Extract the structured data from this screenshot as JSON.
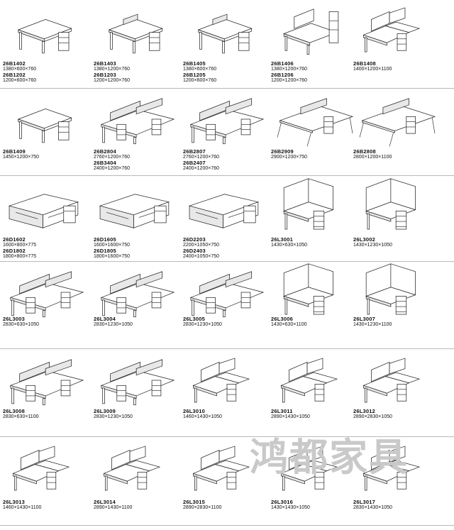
{
  "watermark": "鸿都家具",
  "rows": [
    [
      {
        "lines": [
          {
            "code": "26B1402"
          },
          {
            "dim": "1380×600×760"
          },
          {
            "code": "26B1202"
          },
          {
            "dim": "1200×600×760"
          }
        ],
        "kind": "desk"
      },
      {
        "lines": [
          {
            "code": "26B1403"
          },
          {
            "dim": "1380×1200×760"
          },
          {
            "code": "26B1203"
          },
          {
            "dim": "1200×1200×760"
          }
        ],
        "kind": "desk2"
      },
      {
        "lines": [
          {
            "code": "26B1405"
          },
          {
            "dim": "1380×600×760"
          },
          {
            "code": "26B1205"
          },
          {
            "dim": "1200×600×760"
          }
        ],
        "kind": "desk2"
      },
      {
        "lines": [
          {
            "code": "26B1406"
          },
          {
            "dim": "1380×1200×760"
          },
          {
            "code": "26B1206"
          },
          {
            "dim": "1200×1200×760"
          }
        ],
        "kind": "hutch"
      },
      {
        "lines": [
          {
            "code": "26B1408"
          },
          {
            "dim": "1400×1200×1100"
          }
        ],
        "kind": "corner"
      }
    ],
    [
      {
        "lines": [
          {
            "code": "26B1409"
          },
          {
            "dim": "1450×1200×750"
          }
        ],
        "kind": "desk"
      },
      {
        "lines": [
          {
            "code": "26B2804"
          },
          {
            "dim": "2760×1200×760"
          },
          {
            "code": "26B3404"
          },
          {
            "dim": "2400×1200×760"
          }
        ],
        "kind": "long"
      },
      {
        "lines": [
          {
            "code": "26B2807"
          },
          {
            "dim": "2760×1200×760"
          },
          {
            "code": "26B2407"
          },
          {
            "dim": "2400×1200×760"
          }
        ],
        "kind": "long"
      },
      {
        "lines": [
          {
            "code": "26B2909"
          },
          {
            "dim": "2900×1200×750"
          }
        ],
        "kind": "bench"
      },
      {
        "lines": [
          {
            "code": "26B2808"
          },
          {
            "dim": "2800×1200×1100"
          }
        ],
        "kind": "bench"
      }
    ],
    [
      {
        "lines": [
          {
            "code": "26D1602"
          },
          {
            "dim": "1600×800×775"
          },
          {
            "code": "26D1802"
          },
          {
            "dim": "1800×800×775"
          }
        ],
        "kind": "exec"
      },
      {
        "lines": [
          {
            "code": "26D1605"
          },
          {
            "dim": "1600×1600×750"
          },
          {
            "code": "26D1805"
          },
          {
            "dim": "1800×1600×750"
          }
        ],
        "kind": "exec"
      },
      {
        "lines": [
          {
            "code": "26D2203"
          },
          {
            "dim": "2200×1050×750"
          },
          {
            "code": "26D2403"
          },
          {
            "dim": "2400×1050×750"
          }
        ],
        "kind": "exec"
      },
      {
        "lines": [
          {
            "code": "26L3001"
          },
          {
            "dim": "1430×630×1050"
          }
        ],
        "kind": "cube"
      },
      {
        "lines": [
          {
            "code": "26L3002"
          },
          {
            "dim": "1430×1230×1050"
          }
        ],
        "kind": "cube"
      }
    ],
    [
      {
        "lines": [
          {
            "code": "26L3003"
          },
          {
            "dim": "2830×630×1050"
          }
        ],
        "kind": "long"
      },
      {
        "lines": [
          {
            "code": "26L3004"
          },
          {
            "dim": "2830×1230×1050"
          }
        ],
        "kind": "long"
      },
      {
        "lines": [
          {
            "code": "26L3005"
          },
          {
            "dim": "2830×1230×1050"
          }
        ],
        "kind": "long"
      },
      {
        "lines": [
          {
            "code": "26L3006"
          },
          {
            "dim": "1430×630×1100"
          }
        ],
        "kind": "cube"
      },
      {
        "lines": [
          {
            "code": "26L3007"
          },
          {
            "dim": "1430×1230×1100"
          }
        ],
        "kind": "cube"
      }
    ],
    [
      {
        "lines": [
          {
            "code": "26L3008"
          },
          {
            "dim": "2830×630×1100"
          }
        ],
        "kind": "long"
      },
      {
        "lines": [
          {
            "code": "26L3009"
          },
          {
            "dim": "2830×1230×1050"
          }
        ],
        "kind": "long"
      },
      {
        "lines": [
          {
            "code": "26L3010"
          },
          {
            "dim": "1460×1430×1050"
          }
        ],
        "kind": "corner"
      },
      {
        "lines": [
          {
            "code": "26L3011"
          },
          {
            "dim": "2890×1430×1050"
          }
        ],
        "kind": "corner"
      },
      {
        "lines": [
          {
            "code": "26L3012"
          },
          {
            "dim": "2890×2830×1050"
          }
        ],
        "kind": "corner"
      }
    ],
    [
      {
        "lines": [
          {
            "code": "26L3013"
          },
          {
            "dim": "1460×1430×1100"
          }
        ],
        "kind": "corner"
      },
      {
        "lines": [
          {
            "code": "26L3014"
          },
          {
            "dim": "2890×1430×1100"
          }
        ],
        "kind": "corner"
      },
      {
        "lines": [
          {
            "code": "26L3015"
          },
          {
            "dim": "2890×2830×1100"
          }
        ],
        "kind": "corner"
      },
      {
        "lines": [
          {
            "code": "26L3016"
          },
          {
            "dim": "1430×1430×1050"
          }
        ],
        "kind": "corner"
      },
      {
        "lines": [
          {
            "code": "26L3017"
          },
          {
            "dim": "2830×1430×1050"
          }
        ],
        "kind": "corner"
      }
    ]
  ]
}
